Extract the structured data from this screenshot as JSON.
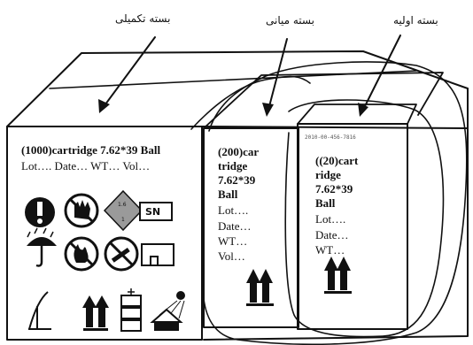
{
  "labels": {
    "outer": "بسته تکمیلی",
    "middle": "بسته میانی",
    "inner": "بسته اولیه"
  },
  "outer_box": {
    "title": "(1000)cartridge 7.62*39 Ball",
    "details": "Lot…. Date… WT… Vol…",
    "hazard_badge": "SN",
    "diamond_top": "1.6",
    "diamond_bottom": "1"
  },
  "middle_box": {
    "line1": "(200)car",
    "line2": "tridge",
    "line3": "7.62*39",
    "line4": "Ball",
    "lot": "Lot….",
    "date": "Date…",
    "wt": "WT…",
    "vol": "Vol…"
  },
  "inner_box": {
    "date_stamp": "2010-00-456-7816",
    "line1": "((20)cart",
    "line2": "ridge",
    "line3": "7.62*39",
    "line4": "Ball",
    "lot": "Lot….",
    "date": "Date…",
    "wt": "WT…"
  },
  "icons": [
    "exclamation-icon",
    "no-touch-icon",
    "explosive-diamond-icon",
    "sn-badge-icon",
    "umbrella-rain-icon",
    "no-fire-icon",
    "no-smoking-icon",
    "handling-box-icon",
    "fragile-glass-icon",
    "this-way-up-icon",
    "stack-limit-icon",
    "keep-from-sun-icon"
  ],
  "colors": {
    "ink": "#111111",
    "paper": "#ffffff",
    "diamond": "#9a9a9a"
  }
}
